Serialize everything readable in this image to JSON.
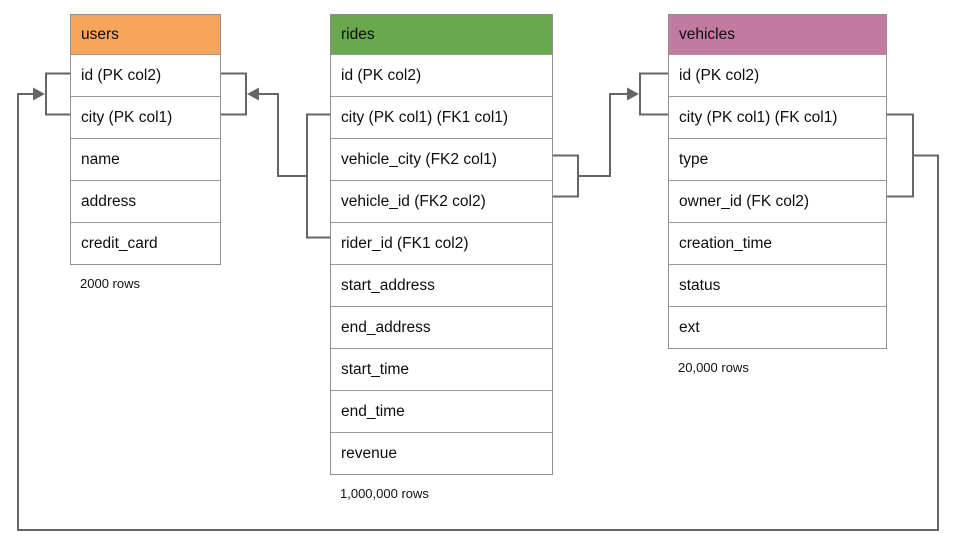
{
  "diagram": {
    "tables": [
      {
        "id": "users",
        "title": "users",
        "header_color": "#f5a55c",
        "columns": [
          "id (PK col2)",
          "city (PK col1)",
          "name",
          "address",
          "credit_card"
        ],
        "row_count": "2000 rows"
      },
      {
        "id": "rides",
        "title": "rides",
        "header_color": "#6aa84f",
        "columns": [
          "id (PK col2)",
          "city (PK col1) (FK1 col1)",
          "vehicle_city (FK2 col1)",
          "vehicle_id (FK2 col2)",
          "rider_id (FK1 col2)",
          "start_address",
          "end_address",
          "start_time",
          "end_time",
          "revenue"
        ],
        "row_count": "1,000,000 rows"
      },
      {
        "id": "vehicles",
        "title": "vehicles",
        "header_color": "#c27ba0",
        "columns": [
          "id (PK col2)",
          "city (PK col1) (FK col1)",
          "type",
          "owner_id (FK col2)",
          "creation_time",
          "status",
          "ext"
        ],
        "row_count": "20,000 rows"
      }
    ],
    "relationships": [
      {
        "from": "rides (city, rider_id)",
        "to": "users (city, id)"
      },
      {
        "from": "rides (vehicle_city, vehicle_id)",
        "to": "vehicles (city, id)"
      },
      {
        "from": "vehicles (city, owner_id)",
        "to": "users (city, id)"
      }
    ],
    "colors": {
      "connector": "#666666",
      "table_border": "#8f8f8f",
      "row_divider": "#9a9a9a",
      "text": "#0d0d0d",
      "background": "#ffffff"
    }
  }
}
